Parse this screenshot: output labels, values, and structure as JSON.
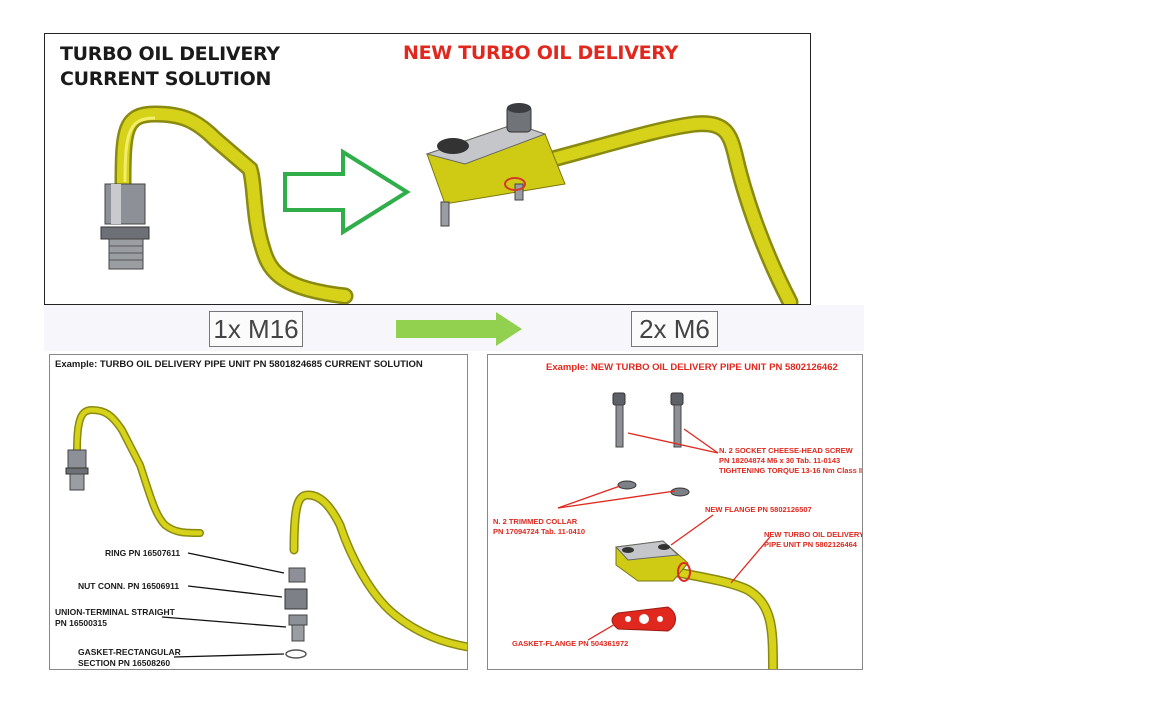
{
  "top_panel": {
    "current_title_line1": "TURBO OIL DELIVERY",
    "current_title_line2": "CURRENT SOLUTION",
    "new_title": "NEW TURBO OIL DELIVERY"
  },
  "comparison": {
    "current_fastener": "1x M16",
    "new_fastener": "2x M6"
  },
  "current_detail": {
    "title": "Example: TURBO OIL DELIVERY PIPE UNIT  PN 5801824685 CURRENT SOLUTION",
    "labels": {
      "ring": "RING PN 16507611",
      "nut": "NUT CONN.  PN 16506911",
      "union_line1": "UNION-TERMINAL STRAIGHT",
      "union_line2": "PN 16500315",
      "gasket_line1": "GASKET-RECTANGULAR",
      "gasket_line2": "SECTION  PN 16508260"
    }
  },
  "new_detail": {
    "title": "Example: NEW TURBO OIL DELIVERY PIPE UNIT  PN 5802126462",
    "labels": {
      "screw_line1": "N. 2 SOCKET CHEESE-HEAD SCREW",
      "screw_line2": "PN 18204874  M6 x 30 Tab. 11-0143",
      "screw_line3": "TIGHTENING TORQUE 13-16 Nm Class II",
      "collar_line1": "N. 2 TRIMMED COLLAR",
      "collar_line2": "PN 17094724  Tab. 11-0410",
      "flange": "NEW FLANGE  PN 5802126507",
      "pipe_line1": "NEW TURBO OIL DELIVERY",
      "pipe_line2": "PIPE UNIT  PN 5802126464",
      "gasket": "GASKET-FLANGE PN 504361972"
    }
  },
  "colors": {
    "pipe_yellow": "#d6d21a",
    "title_red": "#e0281e",
    "outline_arrow_green": "#2fae4a",
    "solid_arrow_green": "#92d050"
  },
  "icons": [
    "pipe-render",
    "outline-arrow-icon",
    "solid-arrow-icon"
  ]
}
